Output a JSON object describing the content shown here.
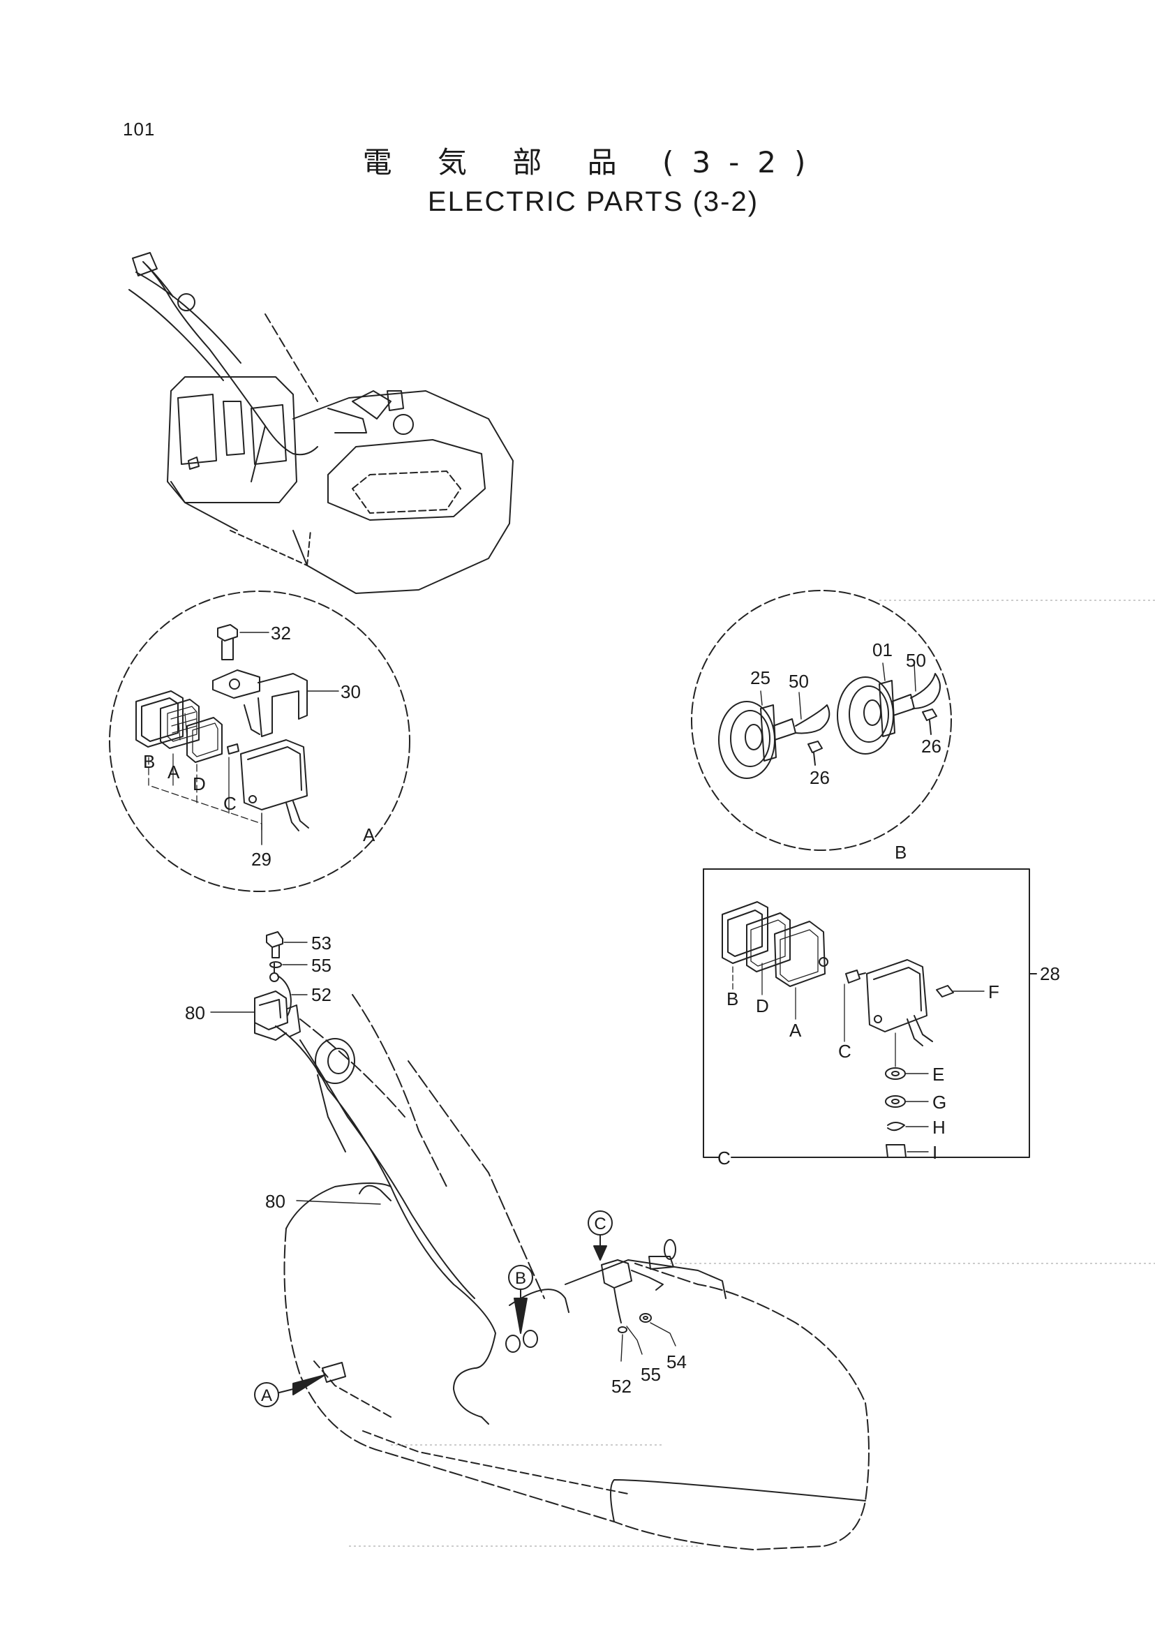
{
  "page": {
    "number": "101",
    "title_ja": "電 気 部 品 (3-2)",
    "title_en": "ELECTRIC PARTS (3-2)"
  },
  "detail_a": {
    "view_label": "A",
    "callouts": [
      "32",
      "30",
      "29"
    ],
    "letters": [
      "B",
      "A",
      "D",
      "C"
    ]
  },
  "detail_b": {
    "view_label": "B",
    "callouts": [
      "25",
      "50",
      "26",
      "01",
      "50",
      "26"
    ]
  },
  "detail_c": {
    "view_label": "C",
    "group_callout": "28",
    "left_letters": [
      "B",
      "D",
      "A",
      "C"
    ],
    "right_letters": [
      "F",
      "E",
      "G",
      "H",
      "I"
    ]
  },
  "main_view": {
    "callouts_left": [
      "53",
      "55",
      "52",
      "80",
      "80"
    ],
    "callouts_right": [
      "52",
      "55",
      "54"
    ],
    "view_markers": [
      "A",
      "B",
      "C"
    ]
  }
}
